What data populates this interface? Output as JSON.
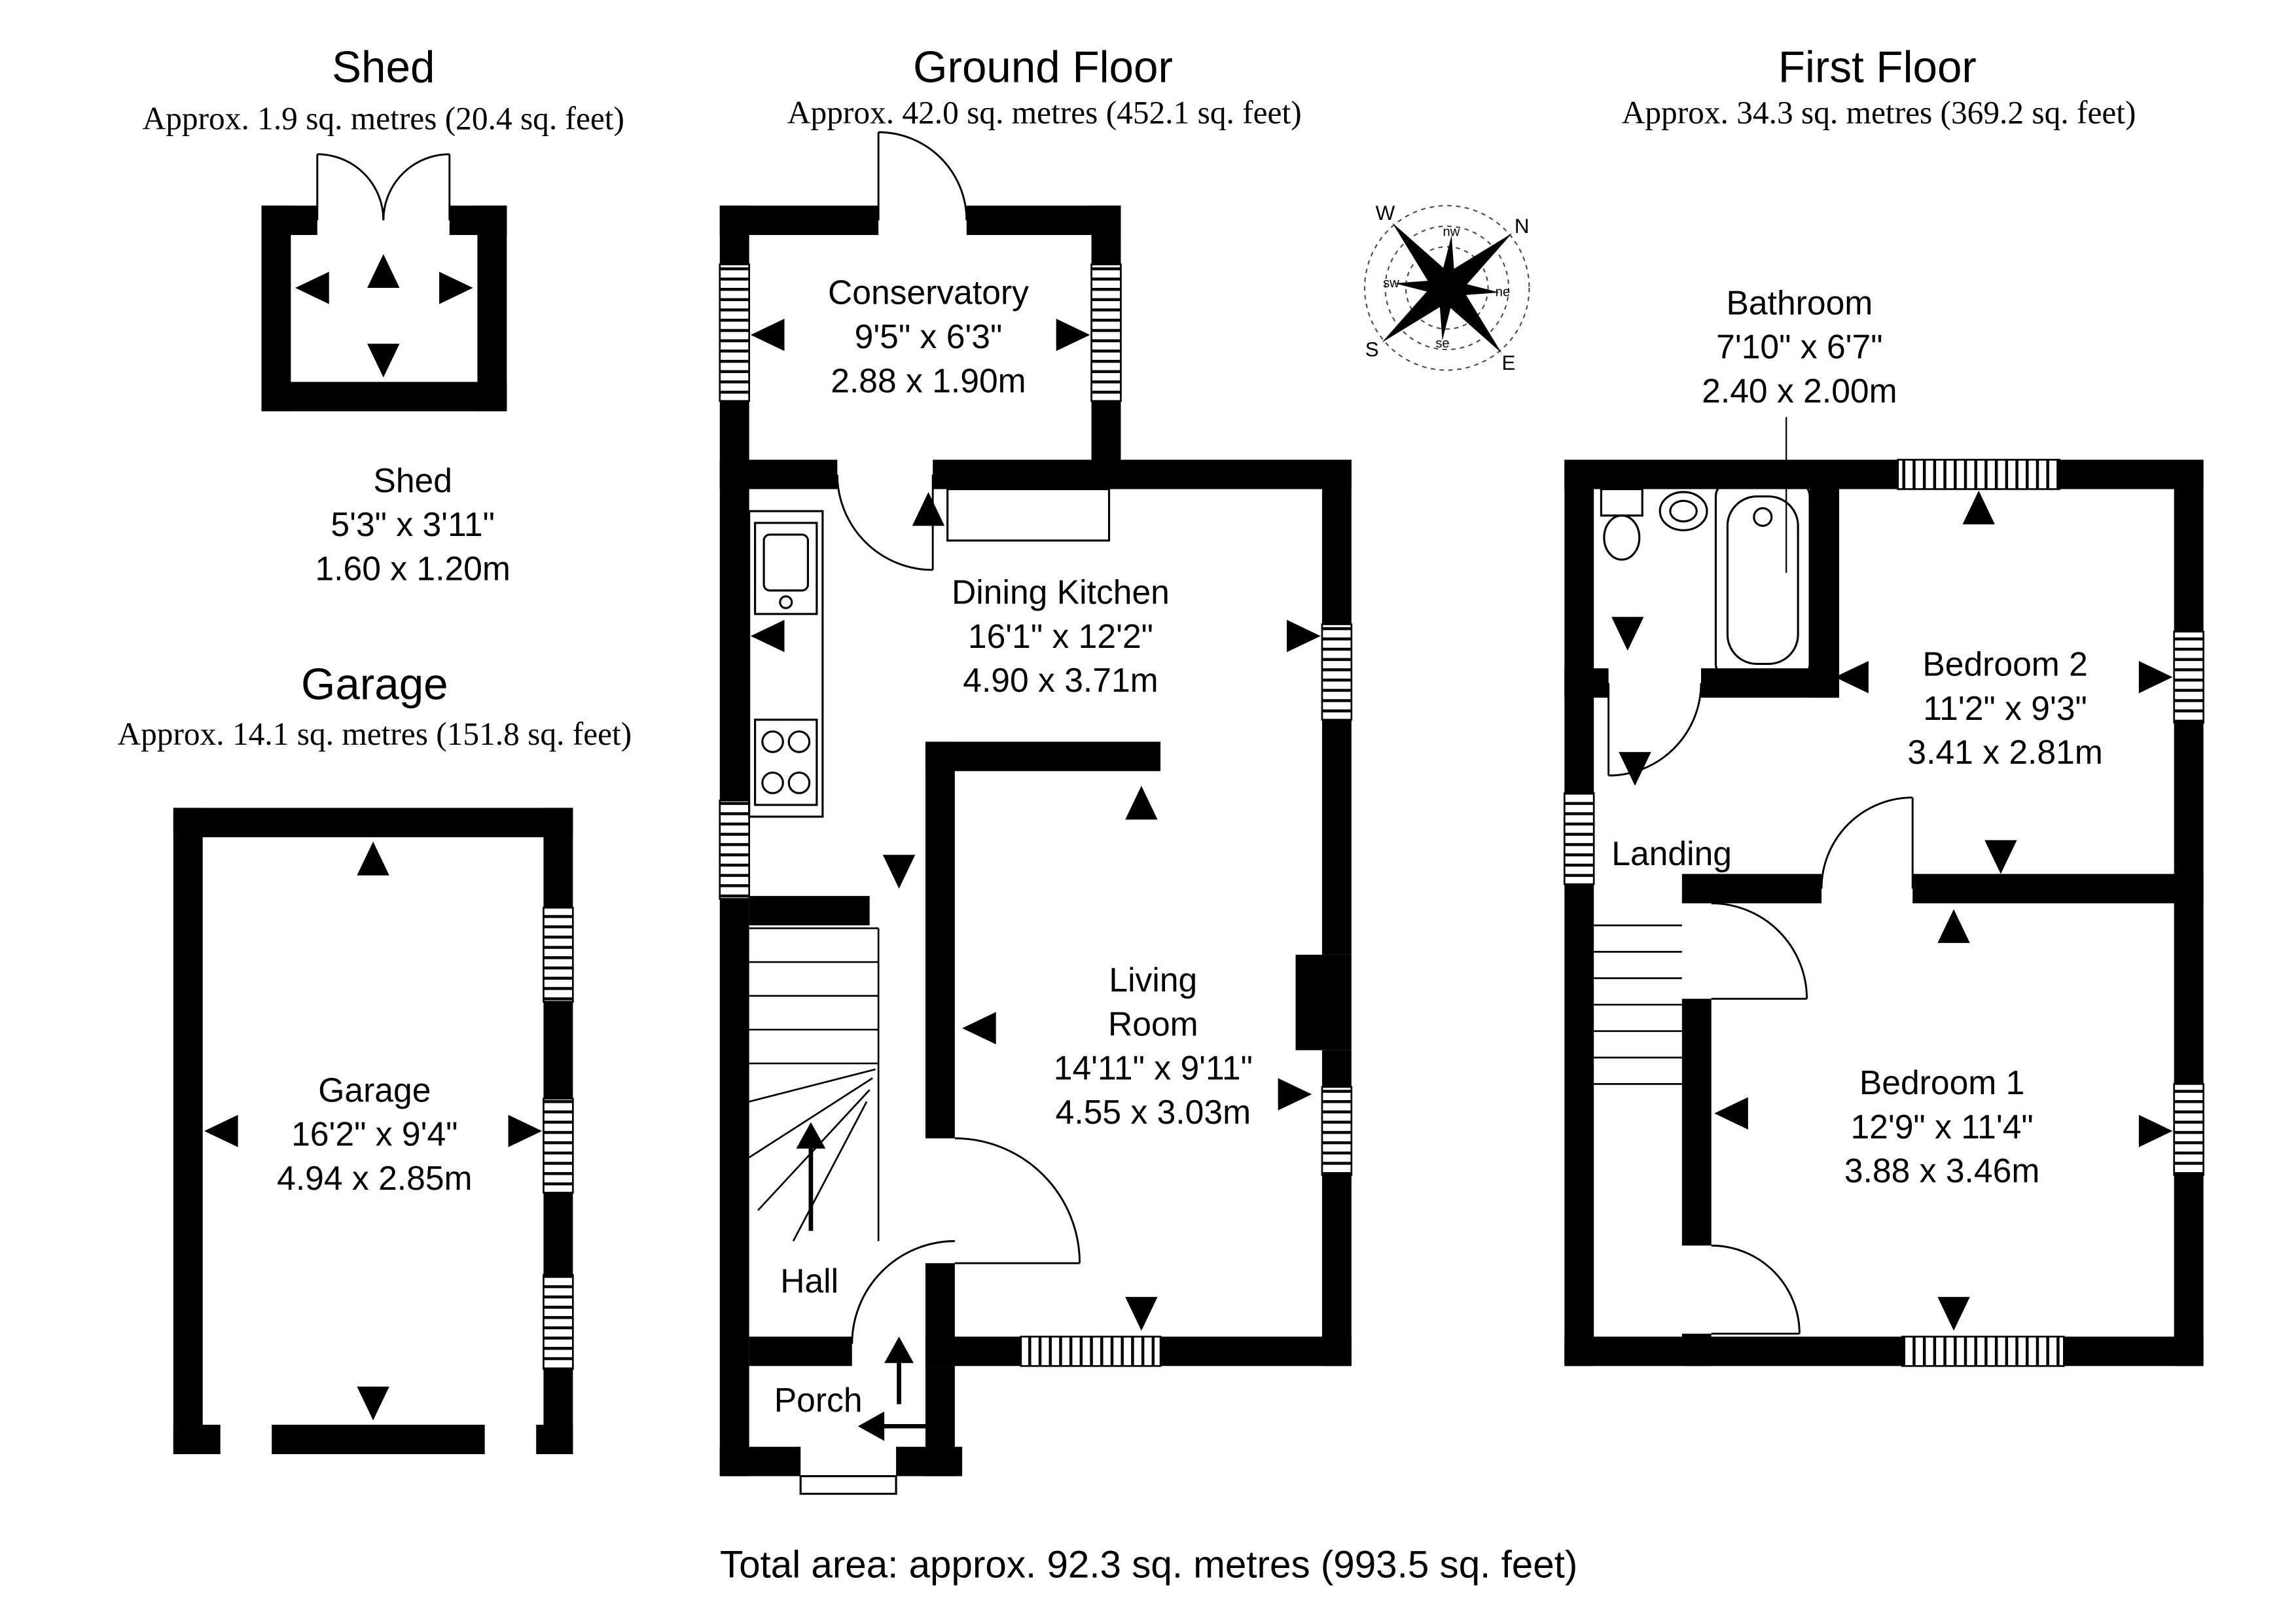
{
  "page": {
    "total_area": "Total area: approx. 92.3 sq. metres (993.5 sq. feet)"
  },
  "shed": {
    "title": "Shed",
    "area": "Approx. 1.9 sq. metres (20.4 sq. feet)",
    "room": {
      "name": "Shed",
      "imperial": "5'3\" x 3'11\"",
      "metric": "1.60 x 1.20m"
    }
  },
  "ground_floor": {
    "title": "Ground Floor",
    "area": "Approx. 42.0 sq. metres (452.1 sq. feet)",
    "conservatory": {
      "name": "Conservatory",
      "imperial": "9'5\" x 6'3\"",
      "metric": "2.88 x 1.90m"
    },
    "dining_kitchen": {
      "name": "Dining Kitchen",
      "imperial": "16'1\" x 12'2\"",
      "metric": "4.90 x 3.71m"
    },
    "living_room": {
      "name": "Living Room",
      "imperial": "14'11\" x 9'11\"",
      "metric": "4.55 x 3.03m"
    },
    "hall": {
      "name": "Hall"
    },
    "porch": {
      "name": "Porch"
    }
  },
  "first_floor": {
    "title": "First Floor",
    "area": "Approx. 34.3 sq. metres (369.2 sq. feet)",
    "bathroom": {
      "name": "Bathroom",
      "imperial": "7'10\" x 6'7\"",
      "metric": "2.40 x 2.00m"
    },
    "bedroom2": {
      "name": "Bedroom 2",
      "imperial": "11'2\" x 9'3\"",
      "metric": "3.41 x 2.81m"
    },
    "landing": {
      "name": "Landing"
    },
    "bedroom1": {
      "name": "Bedroom 1",
      "imperial": "12'9\" x 11'4\"",
      "metric": "3.88 x 3.46m"
    }
  },
  "garage": {
    "title": "Garage",
    "area": "Approx. 14.1 sq. metres (151.8 sq. feet)",
    "room": {
      "name": "Garage",
      "imperial": "16'2\" x 9'4\"",
      "metric": "4.94 x 2.85m"
    }
  },
  "compass": {
    "n": "N",
    "e": "E",
    "s": "S",
    "w": "W",
    "ne": "ne",
    "nw": "nw",
    "se": "se",
    "sw": "sw"
  },
  "colors": {
    "wall": "#000000",
    "background": "#ffffff"
  }
}
